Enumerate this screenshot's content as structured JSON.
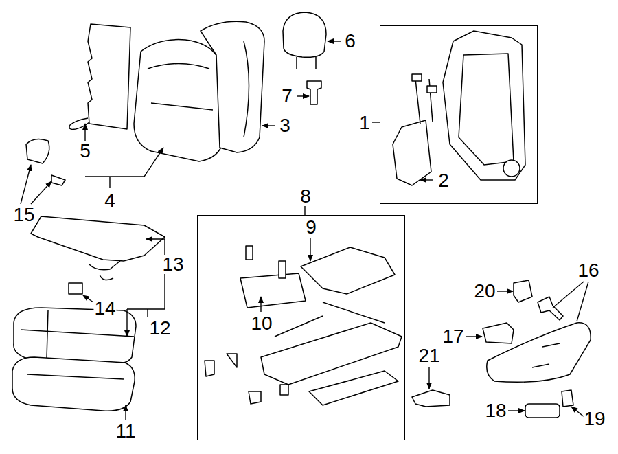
{
  "diagram": {
    "nodes": [
      {
        "text": [
          "1",
          "2"
        ]
      },
      {
        "text": [
          "8",
          "9",
          "10"
        ]
      }
    ],
    "labels": [
      "3",
      "4",
      "5",
      "6",
      "7",
      "11",
      "12",
      "13",
      "14",
      "15",
      "16",
      "17",
      "18",
      "19",
      "20",
      "21"
    ]
  }
}
